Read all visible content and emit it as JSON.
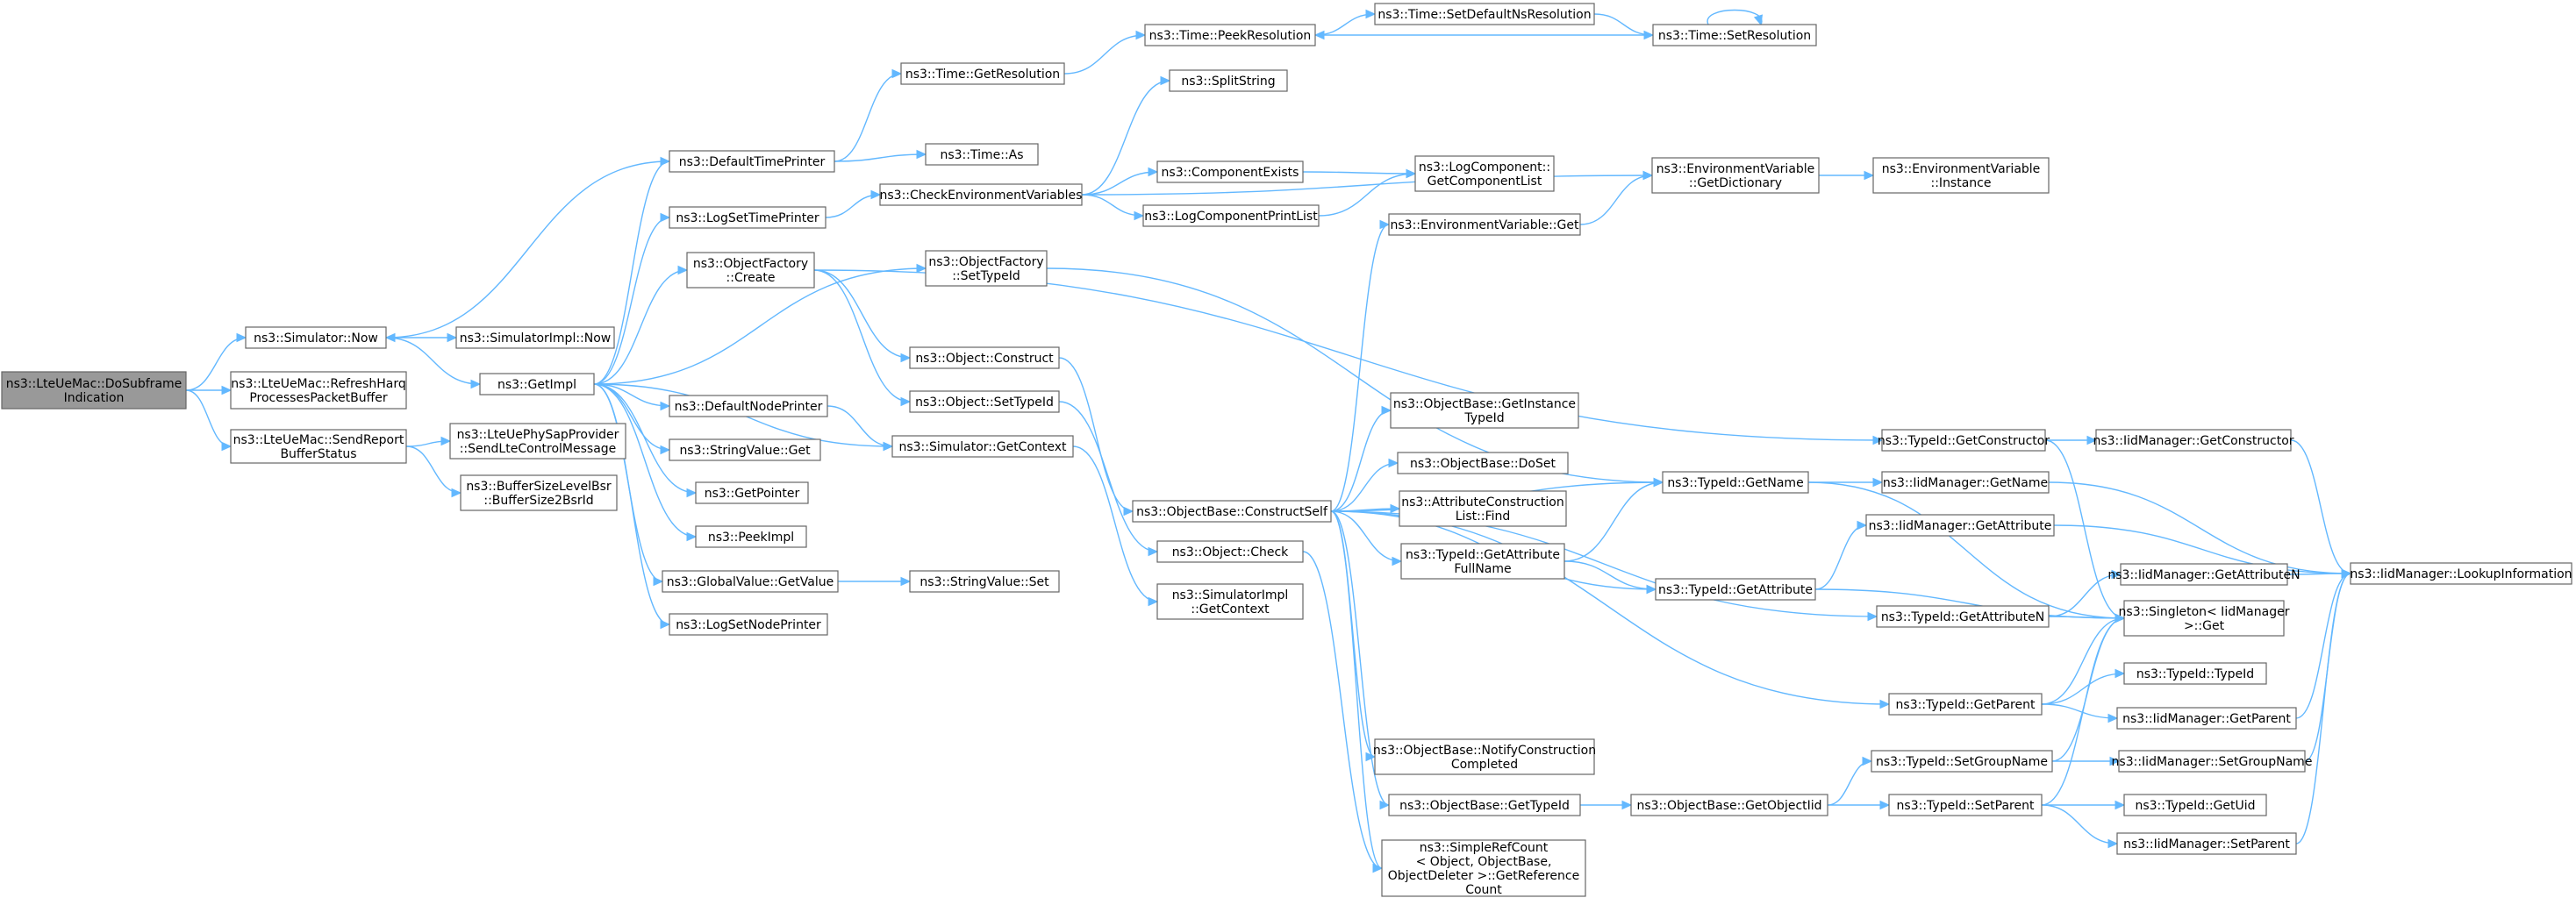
{
  "graph": {
    "title": "",
    "root": "n0",
    "colors": {
      "edge": "#63b8ff",
      "node_border": "#666666",
      "root_fill": "#999999",
      "node_fill": "#ffffff"
    },
    "nodes": [
      {
        "id": "n0",
        "lines": [
          "ns3::LteUeMac::DoSubframe",
          "Indication"
        ]
      },
      {
        "id": "n1",
        "lines": [
          "ns3::Simulator::Now"
        ]
      },
      {
        "id": "n2",
        "lines": [
          "ns3::LteUeMac::RefreshHarq",
          "ProcessesPacketBuffer"
        ]
      },
      {
        "id": "n3",
        "lines": [
          "ns3::LteUeMac::SendReport",
          "BufferStatus"
        ]
      },
      {
        "id": "n4",
        "lines": [
          "ns3::SimulatorImpl::Now"
        ]
      },
      {
        "id": "n5",
        "lines": [
          "ns3::GetImpl"
        ]
      },
      {
        "id": "n6",
        "lines": [
          "ns3::LteUePhySapProvider",
          "::SendLteControlMessage"
        ]
      },
      {
        "id": "n7",
        "lines": [
          "ns3::BufferSizeLevelBsr",
          "::BufferSize2BsrId"
        ]
      },
      {
        "id": "n8",
        "lines": [
          "ns3::DefaultTimePrinter"
        ]
      },
      {
        "id": "n9",
        "lines": [
          "ns3::LogSetTimePrinter"
        ]
      },
      {
        "id": "n10",
        "lines": [
          "ns3::ObjectFactory",
          "::Create"
        ]
      },
      {
        "id": "n11",
        "lines": [
          "ns3::DefaultNodePrinter"
        ]
      },
      {
        "id": "n12",
        "lines": [
          "ns3::StringValue::Get"
        ]
      },
      {
        "id": "n13",
        "lines": [
          "ns3::GetPointer"
        ]
      },
      {
        "id": "n14",
        "lines": [
          "ns3::PeekImpl"
        ]
      },
      {
        "id": "n15",
        "lines": [
          "ns3::GlobalValue::GetValue"
        ]
      },
      {
        "id": "n16",
        "lines": [
          "ns3::LogSetNodePrinter"
        ]
      },
      {
        "id": "n17",
        "lines": [
          "ns3::Time::GetResolution"
        ]
      },
      {
        "id": "n18",
        "lines": [
          "ns3::Time::As"
        ]
      },
      {
        "id": "n19",
        "lines": [
          "ns3::CheckEnvironmentVariables"
        ]
      },
      {
        "id": "n20",
        "lines": [
          "ns3::ObjectFactory",
          "::SetTypeId"
        ]
      },
      {
        "id": "n21",
        "lines": [
          "ns3::Object::Construct"
        ]
      },
      {
        "id": "n22",
        "lines": [
          "ns3::Object::SetTypeId"
        ]
      },
      {
        "id": "n23",
        "lines": [
          "ns3::Simulator::GetContext"
        ]
      },
      {
        "id": "n24",
        "lines": [
          "ns3::StringValue::Set"
        ]
      },
      {
        "id": "n25",
        "lines": [
          "ns3::Time::PeekResolution"
        ]
      },
      {
        "id": "n26",
        "lines": [
          "ns3::SplitString"
        ]
      },
      {
        "id": "n27",
        "lines": [
          "ns3::ComponentExists"
        ]
      },
      {
        "id": "n28",
        "lines": [
          "ns3::LogComponentPrintList"
        ]
      },
      {
        "id": "n29",
        "lines": [
          "ns3::ObjectBase::ConstructSelf"
        ]
      },
      {
        "id": "n30",
        "lines": [
          "ns3::Object::Check"
        ]
      },
      {
        "id": "n31",
        "lines": [
          "ns3::SimulatorImpl",
          "::GetContext"
        ]
      },
      {
        "id": "n32",
        "lines": [
          "ns3::Time::SetDefaultNsResolution"
        ]
      },
      {
        "id": "n33",
        "lines": [
          "ns3::LogComponent::",
          "GetComponentList"
        ]
      },
      {
        "id": "n34",
        "lines": [
          "ns3::EnvironmentVariable::Get"
        ]
      },
      {
        "id": "n35",
        "lines": [
          "ns3::ObjectBase::GetInstance",
          "TypeId"
        ]
      },
      {
        "id": "n36",
        "lines": [
          "ns3::ObjectBase::DoSet"
        ]
      },
      {
        "id": "n37",
        "lines": [
          "ns3::AttributeConstruction",
          "List::Find"
        ]
      },
      {
        "id": "n38",
        "lines": [
          "ns3::TypeId::GetAttribute",
          "FullName"
        ]
      },
      {
        "id": "n39",
        "lines": [
          "ns3::ObjectBase::NotifyConstruction",
          "Completed"
        ]
      },
      {
        "id": "n40",
        "lines": [
          "ns3::ObjectBase::GetTypeId"
        ]
      },
      {
        "id": "n41",
        "lines": [
          "ns3::SimpleRefCount",
          "< Object, ObjectBase,",
          "ObjectDeleter >::GetReference",
          "Count"
        ]
      },
      {
        "id": "n42",
        "lines": [
          "ns3::Time::SetResolution"
        ]
      },
      {
        "id": "n43",
        "lines": [
          "ns3::EnvironmentVariable",
          "::GetDictionary"
        ]
      },
      {
        "id": "n44",
        "lines": [
          "ns3::TypeId::GetName"
        ]
      },
      {
        "id": "n45",
        "lines": [
          "ns3::TypeId::GetAttribute"
        ]
      },
      {
        "id": "n46",
        "lines": [
          "ns3::ObjectBase::GetObjectIid"
        ]
      },
      {
        "id": "n47",
        "lines": [
          "ns3::EnvironmentVariable",
          "::Instance"
        ]
      },
      {
        "id": "n48",
        "lines": [
          "ns3::TypeId::GetConstructor"
        ]
      },
      {
        "id": "n49",
        "lines": [
          "ns3::IidManager::GetName"
        ]
      },
      {
        "id": "n50",
        "lines": [
          "ns3::IidManager::GetAttribute"
        ]
      },
      {
        "id": "n51",
        "lines": [
          "ns3::TypeId::GetAttributeN"
        ]
      },
      {
        "id": "n52",
        "lines": [
          "ns3::TypeId::GetParent"
        ]
      },
      {
        "id": "n53",
        "lines": [
          "ns3::TypeId::SetGroupName"
        ]
      },
      {
        "id": "n54",
        "lines": [
          "ns3::TypeId::SetParent"
        ]
      },
      {
        "id": "n55",
        "lines": [
          "ns3::IidManager::GetConstructor"
        ]
      },
      {
        "id": "n56",
        "lines": [
          "ns3::IidManager::GetAttributeN"
        ]
      },
      {
        "id": "n57",
        "lines": [
          "ns3::Singleton< IidManager",
          ">::Get"
        ]
      },
      {
        "id": "n58",
        "lines": [
          "ns3::TypeId::TypeId"
        ]
      },
      {
        "id": "n59",
        "lines": [
          "ns3::IidManager::GetParent"
        ]
      },
      {
        "id": "n60",
        "lines": [
          "ns3::IidManager::SetGroupName"
        ]
      },
      {
        "id": "n61",
        "lines": [
          "ns3::TypeId::GetUid"
        ]
      },
      {
        "id": "n62",
        "lines": [
          "ns3::IidManager::SetParent"
        ]
      },
      {
        "id": "n63",
        "lines": [
          "ns3::IidManager::LookupInformation"
        ]
      }
    ],
    "edges": [
      [
        "n0",
        "n1"
      ],
      [
        "n0",
        "n2"
      ],
      [
        "n0",
        "n3"
      ],
      [
        "n1",
        "n4"
      ],
      [
        "n1",
        "n5"
      ],
      [
        "n3",
        "n6"
      ],
      [
        "n3",
        "n7"
      ],
      [
        "n8",
        "n1"
      ],
      [
        "n5",
        "n8"
      ],
      [
        "n5",
        "n9"
      ],
      [
        "n5",
        "n10"
      ],
      [
        "n5",
        "n11"
      ],
      [
        "n5",
        "n12"
      ],
      [
        "n5",
        "n13"
      ],
      [
        "n5",
        "n14"
      ],
      [
        "n5",
        "n15"
      ],
      [
        "n5",
        "n16"
      ],
      [
        "n5",
        "n20"
      ],
      [
        "n5",
        "n23"
      ],
      [
        "n8",
        "n17"
      ],
      [
        "n8",
        "n18"
      ],
      [
        "n9",
        "n19"
      ],
      [
        "n10",
        "n21"
      ],
      [
        "n10",
        "n22"
      ],
      [
        "n10",
        "n48"
      ],
      [
        "n11",
        "n23"
      ],
      [
        "n15",
        "n24"
      ],
      [
        "n17",
        "n25"
      ],
      [
        "n19",
        "n26"
      ],
      [
        "n19",
        "n27"
      ],
      [
        "n19",
        "n28"
      ],
      [
        "n19",
        "n43"
      ],
      [
        "n20",
        "n44"
      ],
      [
        "n21",
        "n29"
      ],
      [
        "n22",
        "n30"
      ],
      [
        "n23",
        "n31"
      ],
      [
        "n25",
        "n32"
      ],
      [
        "n27",
        "n33"
      ],
      [
        "n28",
        "n33"
      ],
      [
        "n29",
        "n34"
      ],
      [
        "n29",
        "n35"
      ],
      [
        "n29",
        "n36"
      ],
      [
        "n29",
        "n37"
      ],
      [
        "n29",
        "n38"
      ],
      [
        "n29",
        "n39"
      ],
      [
        "n29",
        "n40"
      ],
      [
        "n29",
        "n41"
      ],
      [
        "n29",
        "n44"
      ],
      [
        "n29",
        "n45"
      ],
      [
        "n29",
        "n51"
      ],
      [
        "n29",
        "n52"
      ],
      [
        "n30",
        "n41"
      ],
      [
        "n32",
        "n42"
      ],
      [
        "n42",
        "n25"
      ],
      [
        "n42",
        "n42"
      ],
      [
        "n34",
        "n43"
      ],
      [
        "n43",
        "n47"
      ],
      [
        "n38",
        "n44"
      ],
      [
        "n38",
        "n45"
      ],
      [
        "n40",
        "n46"
      ],
      [
        "n44",
        "n49"
      ],
      [
        "n44",
        "n57"
      ],
      [
        "n45",
        "n50"
      ],
      [
        "n45",
        "n57"
      ],
      [
        "n46",
        "n53"
      ],
      [
        "n46",
        "n54"
      ],
      [
        "n48",
        "n55"
      ],
      [
        "n48",
        "n57"
      ],
      [
        "n49",
        "n63"
      ],
      [
        "n50",
        "n63"
      ],
      [
        "n51",
        "n56"
      ],
      [
        "n51",
        "n57"
      ],
      [
        "n52",
        "n57"
      ],
      [
        "n52",
        "n58"
      ],
      [
        "n52",
        "n59"
      ],
      [
        "n53",
        "n57"
      ],
      [
        "n53",
        "n60"
      ],
      [
        "n54",
        "n57"
      ],
      [
        "n54",
        "n61"
      ],
      [
        "n54",
        "n62"
      ],
      [
        "n55",
        "n63"
      ],
      [
        "n56",
        "n63"
      ],
      [
        "n59",
        "n63"
      ],
      [
        "n60",
        "n63"
      ],
      [
        "n62",
        "n63"
      ]
    ]
  }
}
